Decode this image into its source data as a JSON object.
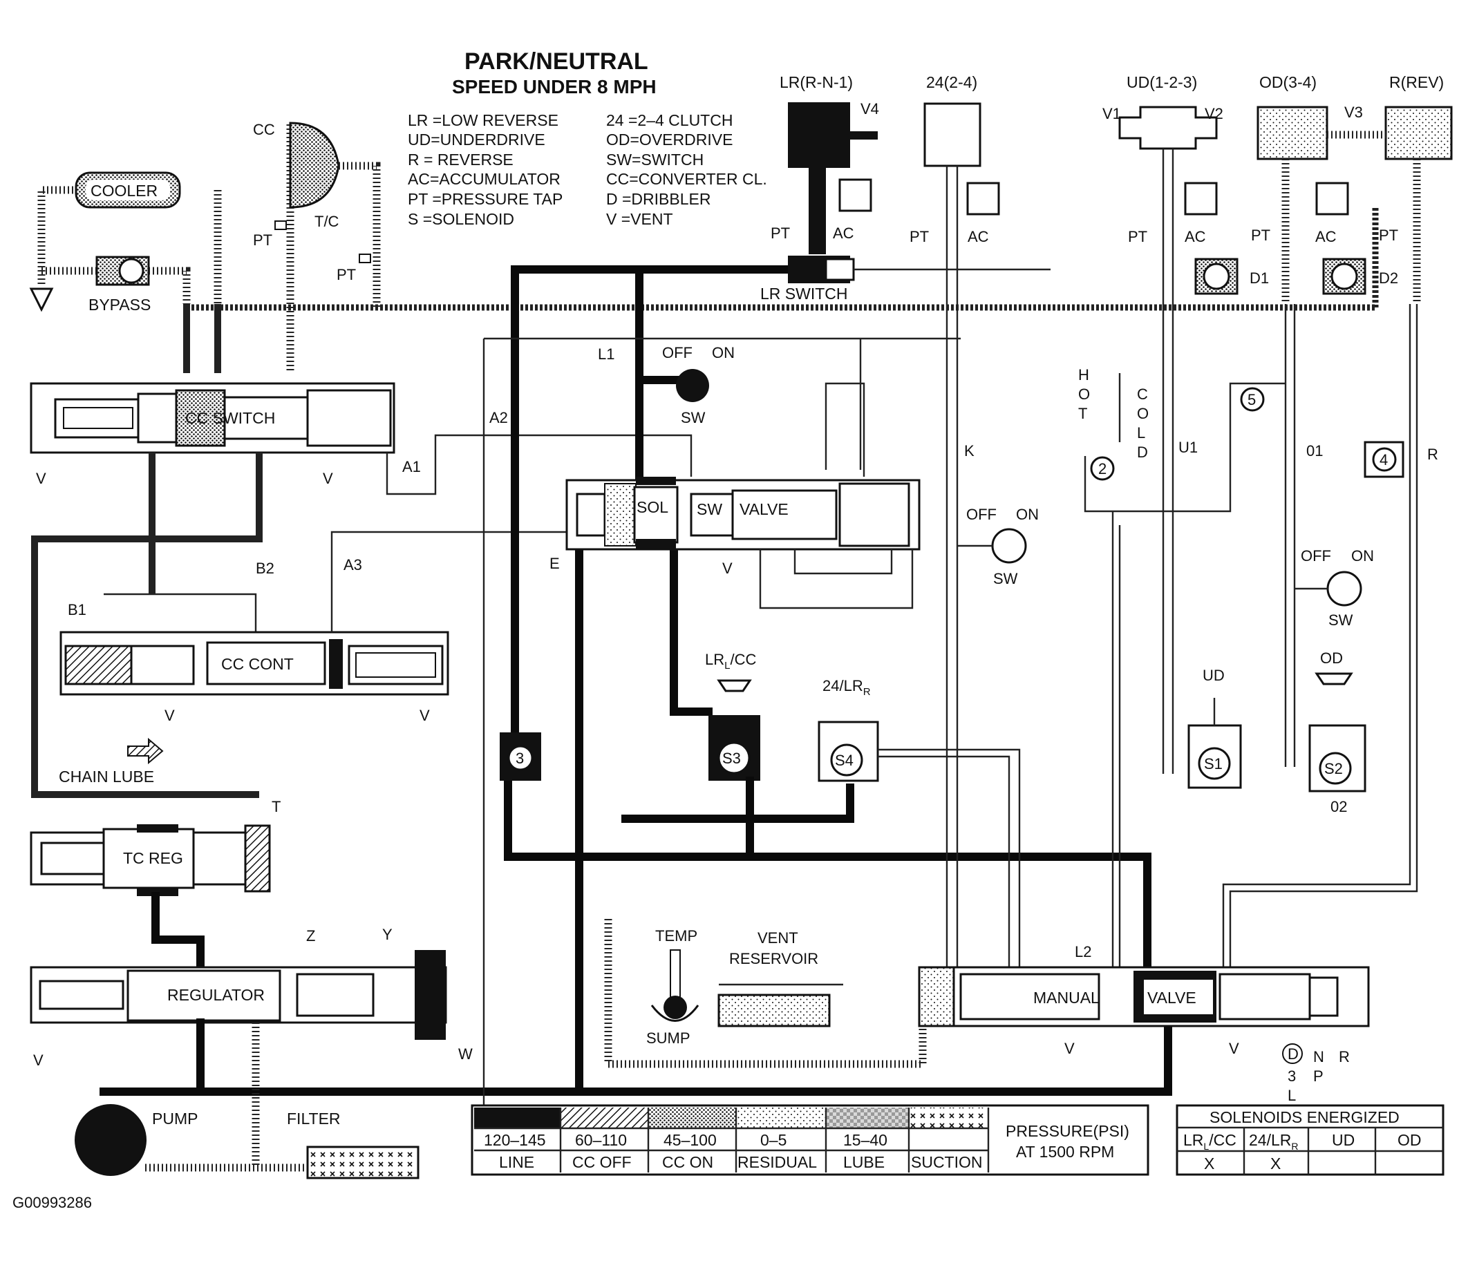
{
  "title": "PARK/NEUTRAL",
  "subtitle": "SPEED UNDER 8 MPH",
  "abbreviations": {
    "left": [
      "LR =LOW REVERSE",
      "UD=UNDERDRIVE",
      "R  = REVERSE",
      "AC=ACCUMULATOR",
      "PT =PRESSURE TAP",
      "S  =SOLENOID"
    ],
    "right": [
      "24 =2–4 CLUTCH",
      "OD=OVERDRIVE",
      "SW=SWITCH",
      "CC=CONVERTER CL.",
      "D  =DRIBBLER",
      "V  =VENT"
    ]
  },
  "clutches": {
    "lr": "LR(R-N-1)",
    "c24": "24(2-4)",
    "ud": "UD(1-2-3)",
    "od": "OD(3-4)",
    "rev": "R(REV)"
  },
  "components": {
    "cooler": "COOLER",
    "bypass": "BYPASS",
    "cc": "CC",
    "tc": "T/C",
    "cc_switch": "CC SWITCH",
    "cc_cont": "CC CONT",
    "lr_switch": "LR SWITCH",
    "sol": "SOL",
    "sw": "SW",
    "valve": "VALVE",
    "tc_reg": "TC REG",
    "regulator": "REGULATOR",
    "pump": "PUMP",
    "filter": "FILTER",
    "manual": "MANUAL",
    "manual_valve": "VALVE",
    "chain_lube": "CHAIN LUBE",
    "temp": "TEMP",
    "sump": "SUMP",
    "vent": "VENT",
    "reservoir": "RESERVOIR",
    "lr_cc": "LR",
    "lr_cc_sub": "L",
    "lr_cc_tail": "/CC",
    "s24_lr": "24/LR",
    "s24_lr_sub": "R",
    "hot": [
      "H",
      "O",
      "T"
    ],
    "cold": [
      "C",
      "O",
      "L",
      "D"
    ]
  },
  "solenoids": {
    "s1": "S1",
    "s2": "S2",
    "s3": "S3",
    "s4": "S4",
    "ud": "UD",
    "od": "OD"
  },
  "labels": {
    "pt": "PT",
    "ac": "AC",
    "v": "V",
    "v1": "V1",
    "v2": "V2",
    "v3": "V3",
    "v4": "V4",
    "d1": "D1",
    "d2": "D2",
    "l1": "L1",
    "l2": "L2",
    "a1": "A1",
    "a2": "A2",
    "a3": "A3",
    "b1": "B1",
    "b2": "B2",
    "e": "E",
    "k": "K",
    "u1": "U1",
    "o1": "01",
    "o2": "02",
    "r": "R",
    "t": "T",
    "w": "W",
    "y": "Y",
    "z": "Z",
    "off": "OFF",
    "on": "ON",
    "ball3": "3",
    "ball2": "2",
    "ball4": "4",
    "ball5": "5"
  },
  "selector": {
    "d": "D",
    "n": "N",
    "p": "P",
    "r": "R",
    "three": "3",
    "l": "L"
  },
  "pressure_legend": {
    "ranges": [
      "120–145",
      "60–110",
      "45–100",
      "0–5",
      "15–40",
      ""
    ],
    "names": [
      "LINE",
      "CC OFF",
      "CC ON",
      "RESIDUAL",
      "LUBE",
      "SUCTION"
    ],
    "caption_line1": "PRESSURE(PSI)",
    "caption_line2": "AT 1500 RPM"
  },
  "solenoids_energized": {
    "heading": "SOLENOIDS ENERGIZED",
    "columns": [
      "LR",
      "24/LR",
      "UD",
      "OD"
    ],
    "col_subs": [
      "L",
      "R",
      "",
      ""
    ],
    "col_tails": [
      "/CC",
      "",
      "",
      ""
    ],
    "values": [
      "X",
      "X",
      "",
      ""
    ]
  },
  "figure_id": "G00993286"
}
